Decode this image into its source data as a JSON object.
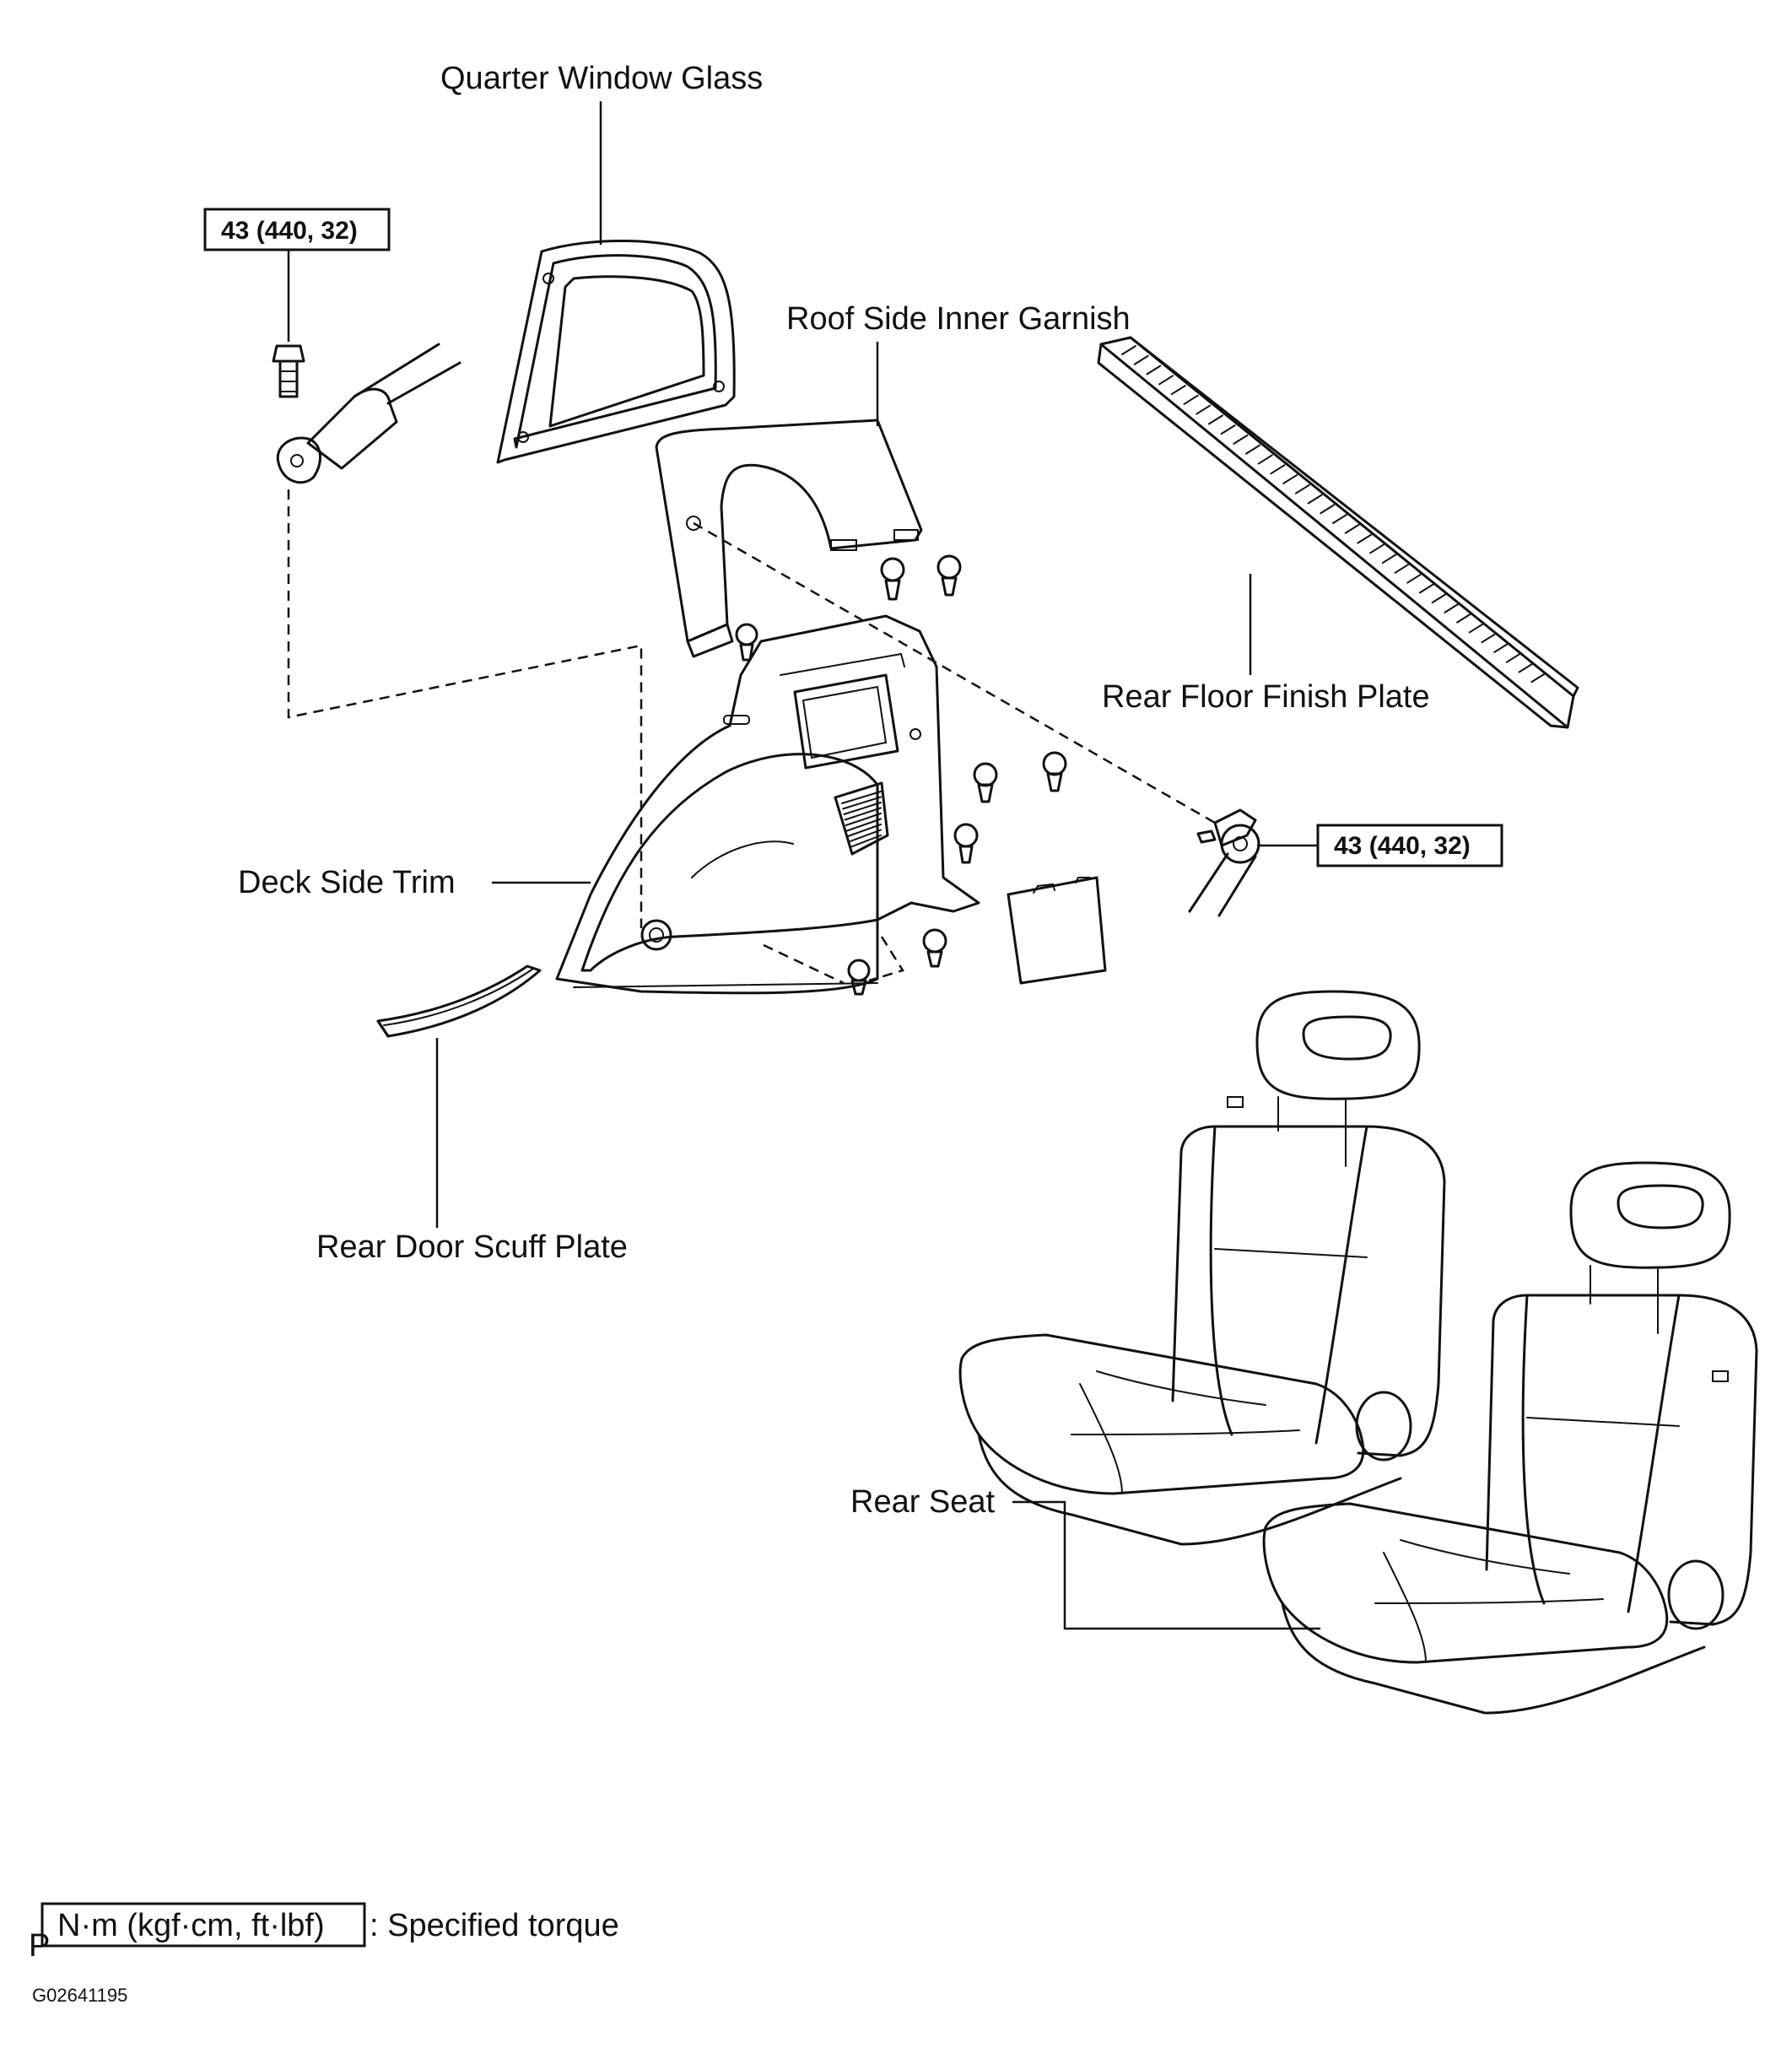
{
  "labels": {
    "quarter_window_glass": "Quarter Window Glass",
    "roof_side_inner_garnish": "Roof Side Inner Garnish",
    "rear_floor_finish_plate": "Rear Floor Finish Plate",
    "deck_side_trim": "Deck Side Trim",
    "rear_door_scuff_plate": "Rear Door Scuff Plate",
    "rear_seat": "Rear Seat"
  },
  "torque": {
    "upper_left": "43 (440, 32)",
    "right": "43 (440, 32)"
  },
  "legend": {
    "unit_box": "N·m (kgf·cm, ft·lbf)",
    "description": ": Specified torque",
    "marker": "P"
  },
  "figure_code": "G02641195"
}
